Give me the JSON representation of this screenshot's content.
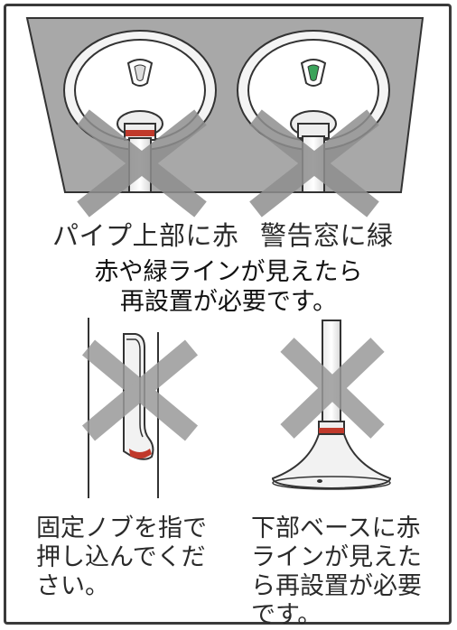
{
  "panel_top_left_caption": "パイプ上部に赤",
  "panel_top_right_caption": "警告窓に緑",
  "center_note": [
    "赤や緑ラインが見えたら",
    "再設置が必要です。"
  ],
  "bottom_left_caption": [
    "固定ノブを指で",
    "押し込んでくだ",
    "さい。"
  ],
  "bottom_right_caption": [
    "下部ベースに赤",
    "ラインが見えた",
    "ら再設置が必要",
    "です。"
  ],
  "colors": {
    "warning_red": "#c0392b",
    "indicator_green": "#3aa35a",
    "panel_gray": "#a9a9a9",
    "cross_gray": "#9a9a9a"
  }
}
